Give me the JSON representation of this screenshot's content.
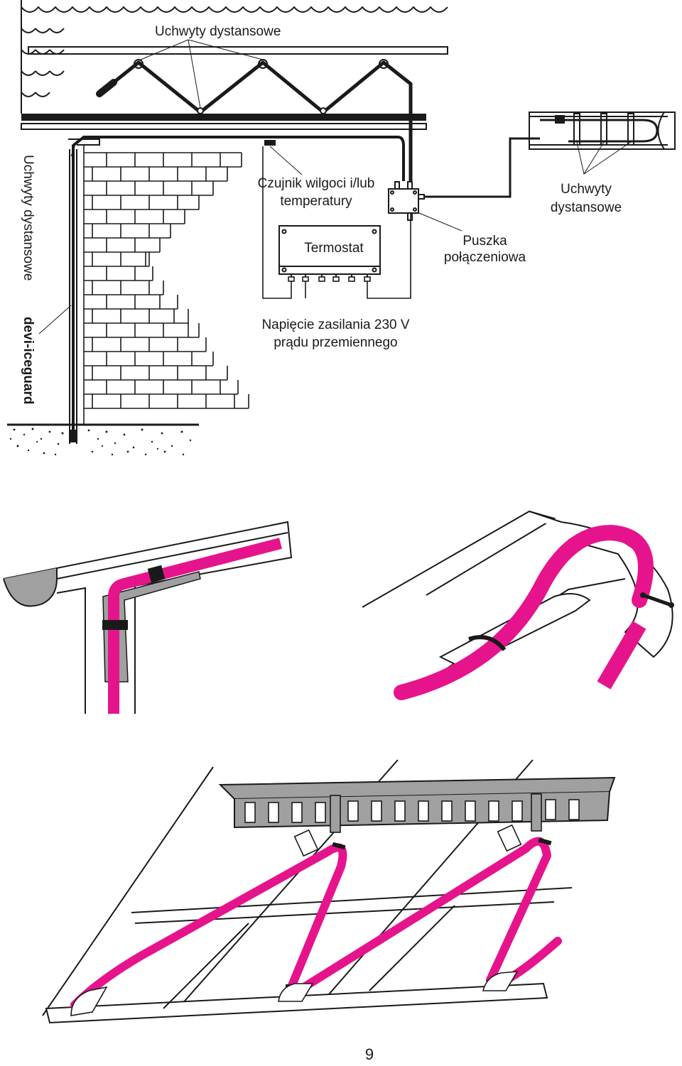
{
  "diagram_top": {
    "label_spacers_roof": "Uchwyty dystansowe",
    "label_spacers_vertical": "Uchwyty dystansowe",
    "label_product": "devi-iceguard",
    "label_sensor_line1": "Czujnik wilgoci i/lub",
    "label_sensor_line2": "temperatury",
    "label_thermostat": "Termostat",
    "label_junction_line1": "Puszka",
    "label_junction_line2": "połączeniowa",
    "label_spacers_gutter_line1": "Uchwyty",
    "label_spacers_gutter_line2": "dystansowe",
    "label_supply_line1": "Napięcie zasilania 230 V",
    "label_supply_line2": "prądu przemiennego"
  },
  "page_number": "9",
  "colors": {
    "cable": "#e6148c",
    "ink": "#1a1a1a",
    "gray": "#a0a0a0",
    "paper": "#ffffff"
  }
}
